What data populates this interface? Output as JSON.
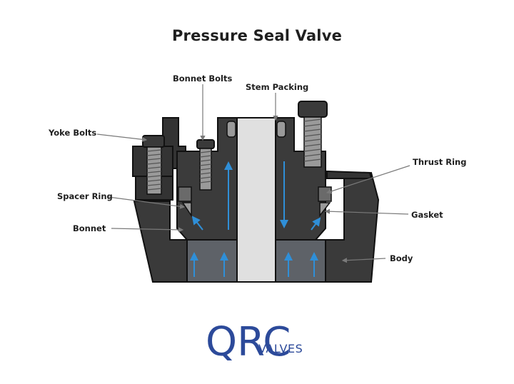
{
  "title": "Pressure Seal Valve",
  "labels": {
    "bonnet_bolts": "Bonnet Bolts",
    "stem_packing": "Stem Packing",
    "yoke_bolts": "Yoke Bolts",
    "thrust_ring": "Thrust Ring",
    "spacer_ring": "Spacer Ring",
    "gasket": "Gasket",
    "bonnet": "Bonnet",
    "body": "Body"
  },
  "logo": {
    "mark": "QRC",
    "sub": "VALVES"
  },
  "colors": {
    "body": "#3a3a3a",
    "body_dark": "#2b2b2b",
    "outline": "#111111",
    "stem": "#e0e0e0",
    "lower_block": "#5e6268",
    "arrow": "#2f8fd8",
    "logo": "#2c4a9a"
  }
}
